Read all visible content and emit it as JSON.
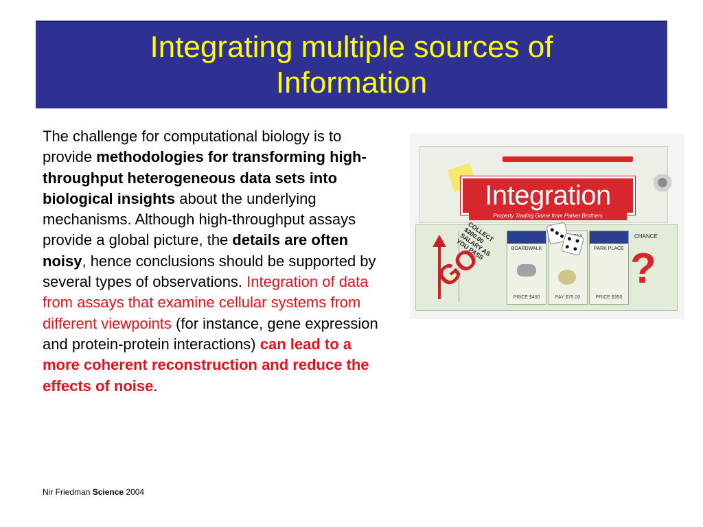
{
  "title": {
    "line1": "Integrating multiple sources of",
    "line2": "Information"
  },
  "body": {
    "p1": "The challenge for computational biology is to provide ",
    "b1": "methodologies for transforming high-throughput heterogeneous data sets into biological insights",
    "p2": " about the underlying mechanisms. Although high-throughput assays provide a global picture, the ",
    "b2": "details are often noisy",
    "p3": ", hence conclusions should be supported by several types of observations. ",
    "r1": "Integration of data from assays that examine cellular systems from different viewpoints",
    "p4": " (for instance, gene expression and protein-protein interactions) ",
    "r2": "can lead to a more coherent reconstruction and reduce the effects of noise",
    "p5": "."
  },
  "citation": {
    "author": "Nir Friedman ",
    "journal": "Science",
    "year": " 2004"
  },
  "image": {
    "logo": "Integration",
    "subtitle": "Property Trading Game from Parker Brothers",
    "go": "GO",
    "collect": "COLLECT $200.00 SALARY AS YOU PASS",
    "boardwalk": "BOARDWALK",
    "boardwalk_price": "PRICE $400",
    "luxury": "LUXURY TAX",
    "luxury_price": "PAY $75.00",
    "park_place": "PARK PLACE",
    "park_price": "PRICE $350",
    "chance": "CHANCE",
    "question": "?"
  },
  "colors": {
    "title_bg": "#2e3192",
    "title_text": "#ffff00",
    "emphasis_red": "#e8101a",
    "logo_red": "#d7262c"
  }
}
